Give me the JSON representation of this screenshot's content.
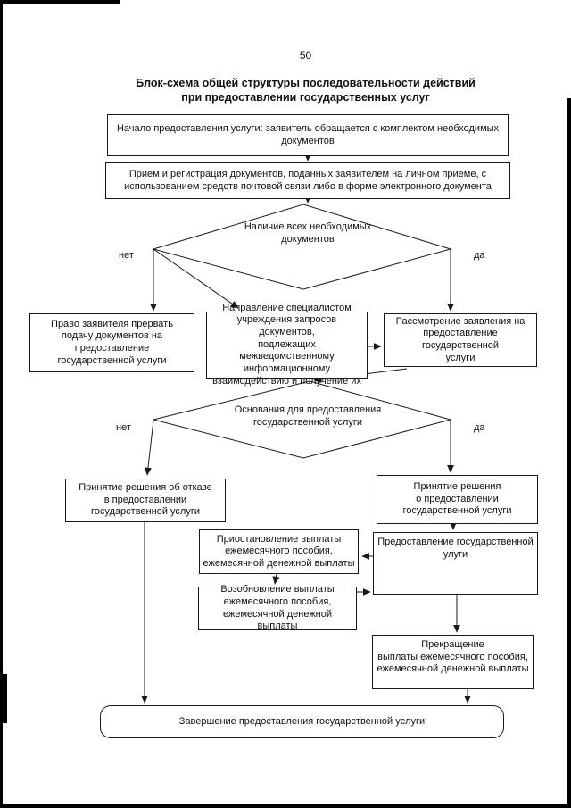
{
  "page_number": "50",
  "title": "Блок-схема общей структуры последовательности действий\nпри предоставлении государственных услуг",
  "nodes": {
    "start": "Начало предоставления услуги: заявитель обращается с комплектом необходимых\nдокументов",
    "reception": "Прием и регистрация документов, поданных заявителем на личном приеме, с\nиспользованием средств почтовой связи либо в форме электронного документа",
    "decision_docs": "Наличие всех необходимых\nдокументов",
    "interrupt_right": "Право заявителя прервать\nподачу документов на\nпредоставление\nгосударственной услуги",
    "request_docs": "Направление специалистом\nучреждения запросов документов,\nподлежащих межведомственному\nинформационному\nвзаимодействию и получение их",
    "consideration": "Рассмотрение заявления на\nпредоставление государственной\nуслуги",
    "decision_grounds": "Основания для предоставления\nгосударственной услуги",
    "refusal": "Принятие решения об отказе\nв предоставлении\nгосударственной услуги",
    "approval": "Принятие решения\nо предоставлении\nгосударственной услуги",
    "suspension": "Приостановление выплаты\nежемесячного пособия,\nежемесячной денежной выплаты",
    "provision": "Предоставление государственной\nулуги",
    "resumption": "Возобновление выплаты\nежемесячного пособия,\nежемесячной денежной выплаты",
    "termination": "Прекращение\nвыплаты ежемесячного пособия,\nежемесячной денежной выплаты",
    "completion": "Завершение предоставления государственной услуги"
  },
  "labels": {
    "no_docs": "нет",
    "yes_docs": "да",
    "no_grounds": "нет",
    "yes_grounds": "да"
  },
  "colors": {
    "ink": "#1a1a1a",
    "background": "#ffffff"
  }
}
